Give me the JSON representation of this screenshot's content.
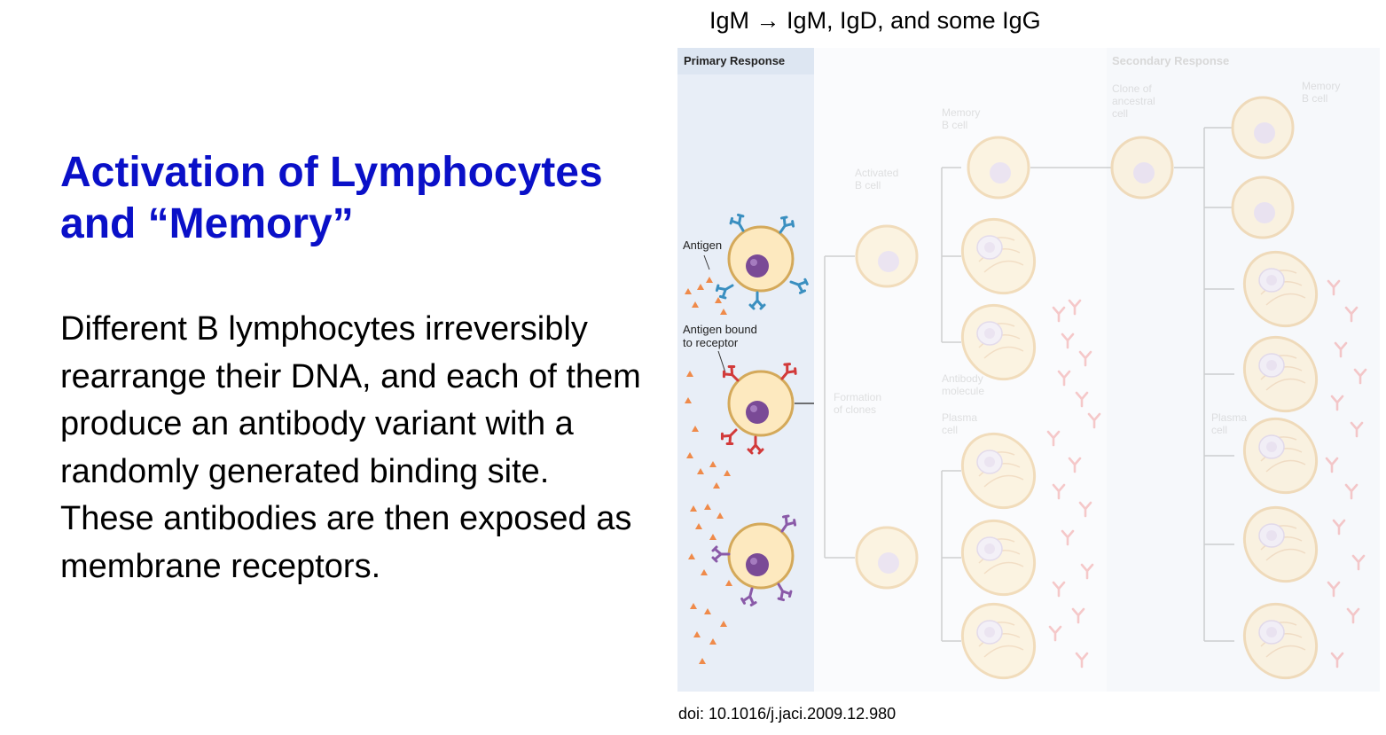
{
  "slide": {
    "title_line1": "Activation of Lymphocytes",
    "title_line2": "and “Memory”",
    "body": "Different B lymphocytes irreversibly rearrange their DNA, and each of them produce an antibody variant with a randomly generated binding site. These antibodies are then exposed as membrane receptors.",
    "subtitle_left": "IgM",
    "subtitle_arrow": "→",
    "subtitle_right": "IgM, IgD, and some IgG",
    "doi": "doi: 10.1016/j.jaci.2009.12.980"
  },
  "figure": {
    "primary_response": "Primary Response",
    "secondary_response": "Secondary Response",
    "antigen": "Antigen",
    "antigen_bound_1": "Antigen bound",
    "antigen_bound_2": "to receptor",
    "activated_1": "Activated",
    "activated_2": "B cell",
    "formation_1": "Formation",
    "formation_2": "of clones",
    "memory_1": "Memory",
    "memory_2": "B cell",
    "antibody_1": "Antibody",
    "antibody_2": "molecule",
    "plasma_1": "Plasma",
    "plasma_2": "cell",
    "clone_1": "Clone of",
    "clone_2": "ancestral",
    "clone_3": "cell",
    "memory2_1": "Memory",
    "memory2_2": "B cell",
    "plasma2_1": "Plasma",
    "plasma2_2": "cell",
    "colors": {
      "title_blue": "#0a10c8",
      "panel_bg": "#e8eef7",
      "cell_fill": "#fde9bf",
      "cell_stroke": "#d4a95a",
      "nucleus": "#7a4a96",
      "receptor_blue": "#3a8fc0",
      "receptor_red": "#d23a3a",
      "receptor_purple": "#8a5aa8",
      "antigen": "#ef8a4a"
    }
  }
}
